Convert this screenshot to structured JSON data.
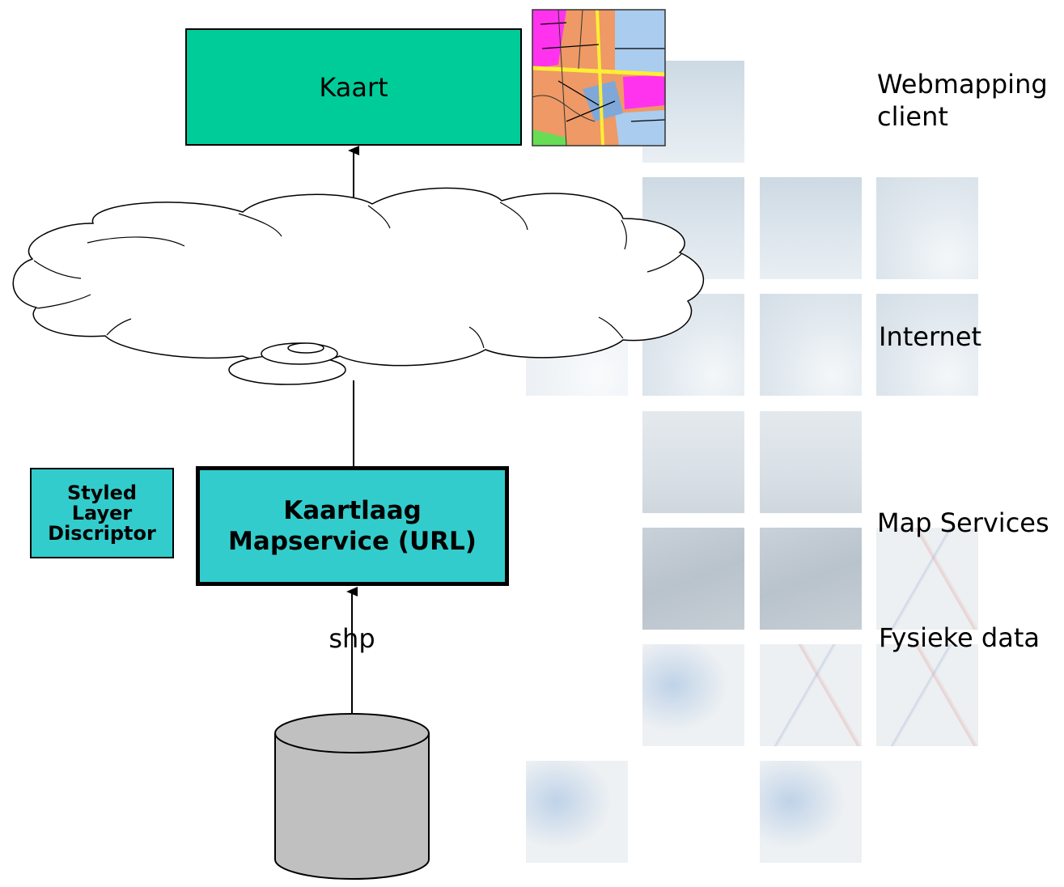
{
  "diagram": {
    "nodes": {
      "kaart": "Kaart",
      "kaartlaag_line1": "Kaartlaag",
      "kaartlaag_line2": "Mapservice (URL)",
      "sld_line1": "Styled",
      "sld_line2": "Layer",
      "sld_line3": "Discriptor",
      "datastore": "shp"
    },
    "levels": {
      "webmapping_line1": "Webmapping",
      "webmapping_line2": "client",
      "internet": "Internet",
      "map_services": "Map Services",
      "fysieke_data": "Fysieke data"
    },
    "colors": {
      "kaart_fill": "#00cc99",
      "kaartlaag_fill": "#33cccc",
      "sld_fill": "#33cccc",
      "cylinder_fill": "#c0c0c0"
    }
  }
}
